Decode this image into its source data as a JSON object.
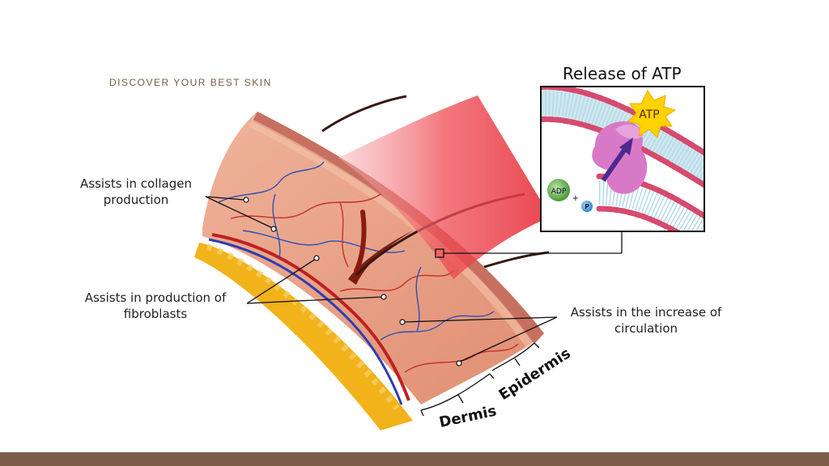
{
  "brand": {
    "tagline": "DISCOVER YOUR BEST SKIN"
  },
  "inset": {
    "title": "Release of ATP",
    "atp": "ATP",
    "adp": "ADP",
    "plus": "+",
    "phosphate": "P"
  },
  "labels": {
    "collagen": "Assists in collagen production",
    "fibroblasts": "Assists in production of fibroblasts",
    "circulation": "Assists in the increase of circulation"
  },
  "layers": {
    "dermis": "Dermis",
    "epidermis": "Epidermis"
  },
  "colors": {
    "footer": "#7d5f48",
    "brand_text": "#7a5a3e",
    "light_beam": "#e8323c",
    "tissue": "#e9a184",
    "fat": "#f2b21a",
    "atp_burst": "#ffd200",
    "protein": "#d879c8"
  }
}
